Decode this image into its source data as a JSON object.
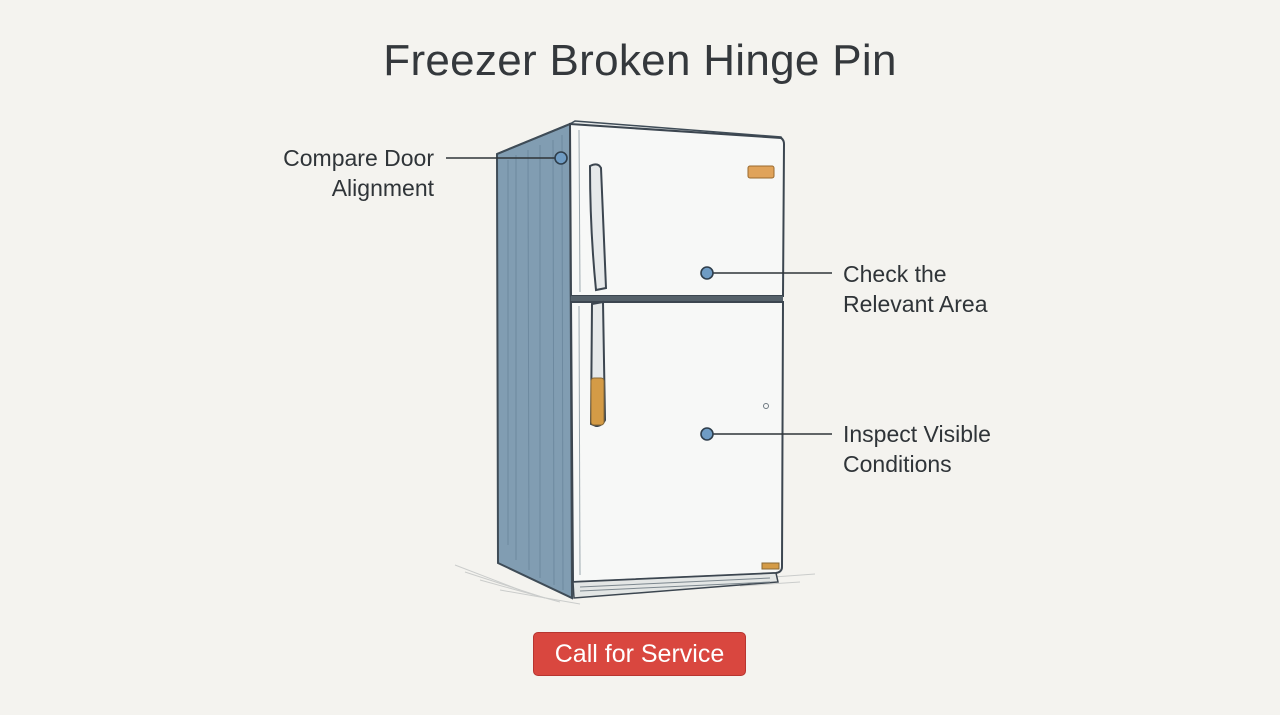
{
  "title": "Freezer Broken Hinge Pin",
  "callouts": {
    "door_alignment": {
      "line1": "Compare Door",
      "line2": "Alignment"
    },
    "relevant_area": {
      "line1": "Check the",
      "line2": "Relevant Area"
    },
    "visible_conditions": {
      "line1": "Inspect Visible",
      "line2": "Conditions"
    }
  },
  "action_button": {
    "label": "Call for Service"
  },
  "colors": {
    "background": "#f4f3ef",
    "fridge_side": "#7f9db3",
    "fridge_door": "#f6f7f6",
    "callout_dot": "#6f9cc4",
    "handle_accent": "#d49b46",
    "button": "#d9473f"
  },
  "icons": {
    "illustration": "refrigerator-illustration"
  }
}
